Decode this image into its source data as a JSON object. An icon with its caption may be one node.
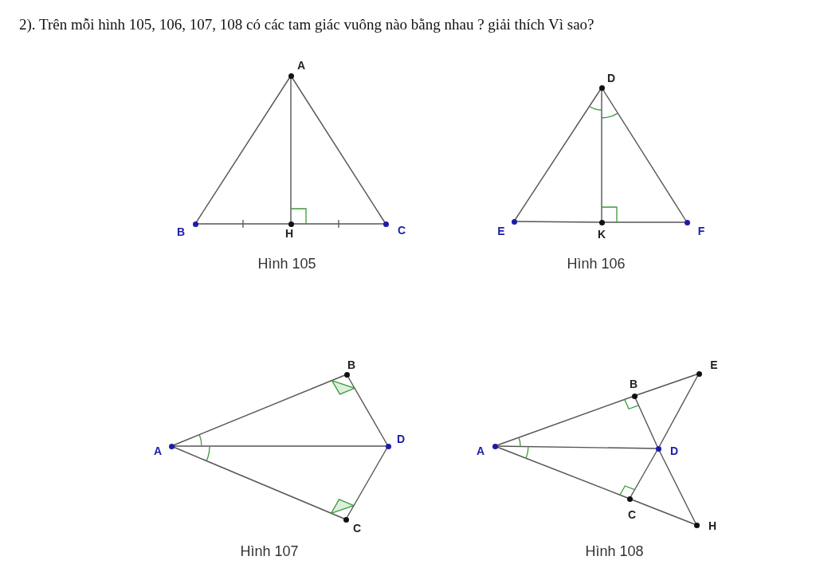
{
  "diagram": {
    "title": "2). Trên mỗi hình 105, 106, 107, 108 có các tam giác vuông nào bằng nhau ? giải thích Vì sao?",
    "nodes": [
      {
        "text": [
          "A"
        ]
      },
      {
        "text": [
          "B"
        ]
      },
      {
        "text": [
          "H"
        ]
      },
      {
        "text": [
          "C"
        ]
      },
      {
        "text": [
          "D"
        ]
      },
      {
        "text": [
          "E"
        ]
      },
      {
        "text": [
          "K"
        ]
      },
      {
        "text": [
          "F"
        ]
      },
      {
        "text": [
          "B"
        ]
      },
      {
        "text": [
          "A"
        ]
      },
      {
        "text": [
          "D"
        ]
      },
      {
        "text": [
          "C"
        ]
      },
      {
        "text": [
          "E"
        ]
      },
      {
        "text": [
          "B"
        ]
      },
      {
        "text": [
          "A"
        ]
      },
      {
        "text": [
          "D"
        ]
      },
      {
        "text": [
          "C"
        ]
      },
      {
        "text": [
          "H"
        ]
      }
    ],
    "edges": [
      {
        "from": 0,
        "to": 1,
        "arrow": "none"
      },
      {
        "from": 0,
        "to": 3,
        "arrow": "none"
      },
      {
        "from": 0,
        "to": 2,
        "arrow": "none"
      },
      {
        "from": 1,
        "to": 2,
        "arrow": "none"
      },
      {
        "from": 2,
        "to": 3,
        "arrow": "none"
      },
      {
        "from": 4,
        "to": 5,
        "arrow": "none"
      },
      {
        "from": 4,
        "to": 7,
        "arrow": "none"
      },
      {
        "from": 4,
        "to": 6,
        "arrow": "none"
      },
      {
        "from": 5,
        "to": 6,
        "arrow": "none"
      },
      {
        "from": 6,
        "to": 7,
        "arrow": "none"
      },
      {
        "from": 9,
        "to": 8,
        "arrow": "none"
      },
      {
        "from": 9,
        "to": 10,
        "arrow": "none"
      },
      {
        "from": 9,
        "to": 11,
        "arrow": "none"
      },
      {
        "from": 8,
        "to": 10,
        "arrow": "none"
      },
      {
        "from": 10,
        "to": 11,
        "arrow": "none"
      },
      {
        "from": 14,
        "to": 13,
        "arrow": "none"
      },
      {
        "from": 13,
        "to": 12,
        "arrow": "none"
      },
      {
        "from": 14,
        "to": 15,
        "arrow": "none"
      },
      {
        "from": 14,
        "to": 16,
        "arrow": "none"
      },
      {
        "from": 16,
        "to": 17,
        "arrow": "none"
      },
      {
        "from": 13,
        "to": 15,
        "arrow": "none"
      },
      {
        "from": 15,
        "to": 17,
        "arrow": "none"
      },
      {
        "from": 16,
        "to": 15,
        "arrow": "none"
      },
      {
        "from": 15,
        "to": 12,
        "arrow": "none"
      }
    ],
    "labels": [
      "Hình 105",
      "Hình 106",
      "Hình 107",
      "Hình 108"
    ]
  }
}
